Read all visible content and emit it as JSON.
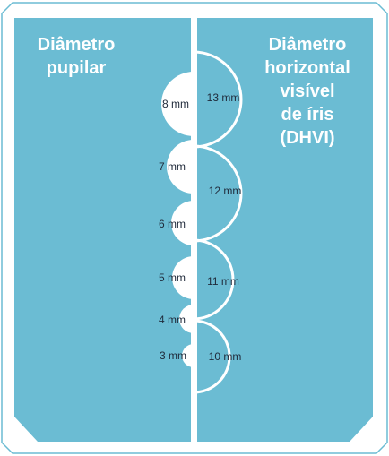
{
  "titles": {
    "left": "Diâmetro\npupilar",
    "right": "Diâmetro\nhorizontal\nvisível\nde íris\n(DHVI)"
  },
  "pupil_sizes": [
    {
      "value_mm": 8,
      "label": "8 mm"
    },
    {
      "value_mm": 7,
      "label": "7 mm"
    },
    {
      "value_mm": 6,
      "label": "6 mm"
    },
    {
      "value_mm": 5,
      "label": "5 mm"
    },
    {
      "value_mm": 4,
      "label": "4 mm"
    },
    {
      "value_mm": 3,
      "label": "3 mm"
    }
  ],
  "iris_sizes": [
    {
      "value_mm": 13,
      "label": "13 mm"
    },
    {
      "value_mm": 12,
      "label": "12 mm"
    },
    {
      "value_mm": 11,
      "label": "11 mm"
    },
    {
      "value_mm": 10,
      "label": "10 mm"
    }
  ],
  "colors": {
    "panel": "#6bbcd3",
    "line": "#ffffff",
    "text_dark": "#1f2a3a",
    "title": "#ffffff"
  }
}
